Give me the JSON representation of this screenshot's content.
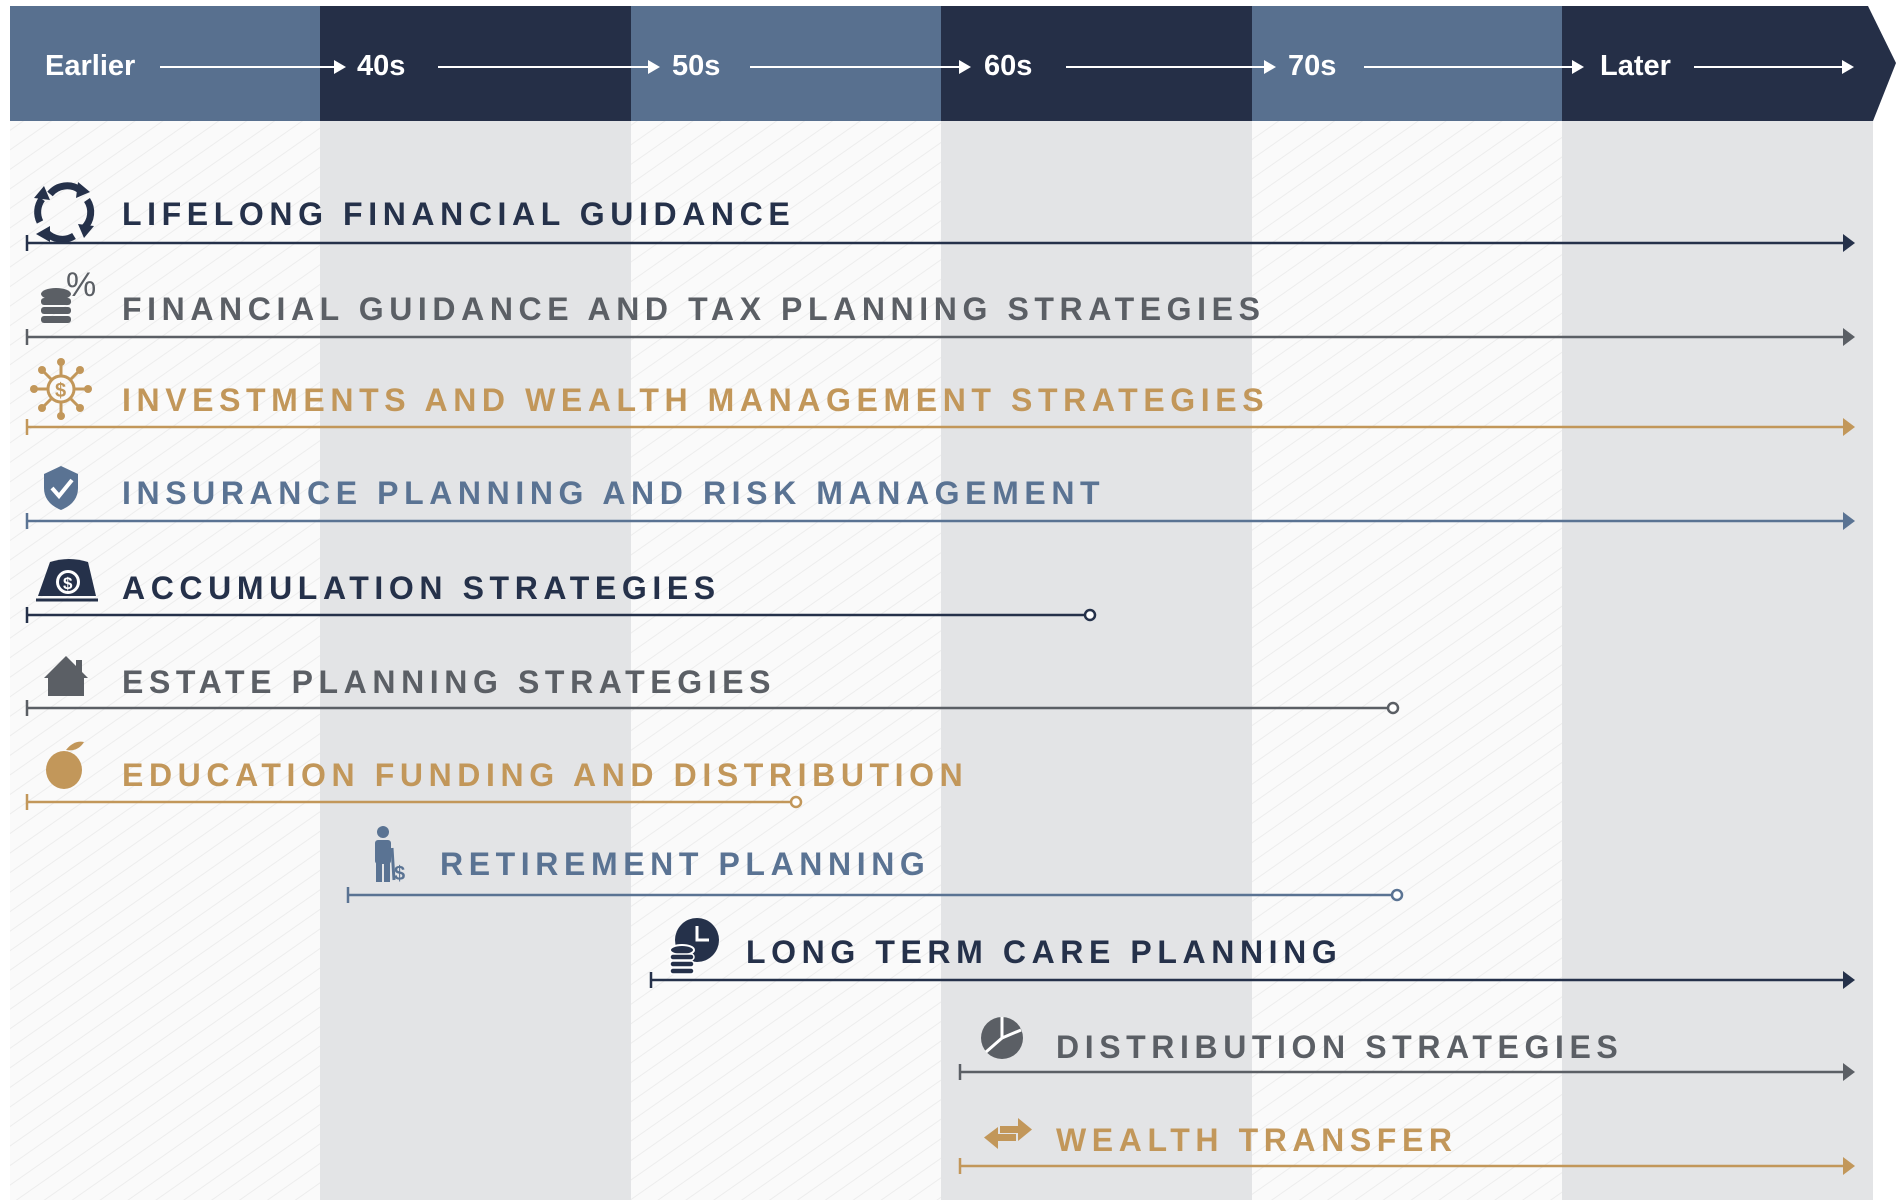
{
  "colors": {
    "navy": "#25314a",
    "gray": "#5b5f65",
    "gold": "#c2975a",
    "slate": "#5a7393",
    "header_light": "#58708f",
    "header_dark": "#252f47"
  },
  "timeline_header": {
    "labels": [
      "Earlier",
      "40s",
      "50s",
      "60s",
      "70s",
      "Later"
    ]
  },
  "rows": [
    {
      "label": "LIFELONG FINANCIAL GUIDANCE",
      "color": "navy",
      "icon": "cycle-arrows-icon",
      "start": "Earlier",
      "end": "ongoing"
    },
    {
      "label": "FINANCIAL GUIDANCE AND TAX PLANNING STRATEGIES",
      "color": "gray",
      "icon": "coins-percent-icon",
      "start": "Earlier",
      "end": "ongoing"
    },
    {
      "label": "INVESTMENTS AND WEALTH MANAGEMENT STRATEGIES",
      "color": "gold",
      "icon": "dollar-network-icon",
      "start": "Earlier",
      "end": "ongoing"
    },
    {
      "label": "INSURANCE PLANNING AND RISK MANAGEMENT",
      "color": "slate",
      "icon": "shield-check-icon",
      "start": "Earlier",
      "end": "ongoing"
    },
    {
      "label": "ACCUMULATION STRATEGIES",
      "color": "navy",
      "icon": "dollar-stack-icon",
      "start": "Earlier",
      "end": "60s"
    },
    {
      "label": "ESTATE PLANNING STRATEGIES",
      "color": "gray",
      "icon": "house-icon",
      "start": "Earlier",
      "end": "70s"
    },
    {
      "label": "EDUCATION FUNDING AND DISTRIBUTION",
      "color": "gold",
      "icon": "apple-icon",
      "start": "Earlier",
      "end": "50s"
    },
    {
      "label": "RETIREMENT PLANNING",
      "color": "slate",
      "icon": "retiree-cane-icon",
      "start": "40s",
      "end": "70s"
    },
    {
      "label": "LONG TERM CARE PLANNING",
      "color": "navy",
      "icon": "clock-coins-icon",
      "start": "50s",
      "end": "ongoing"
    },
    {
      "label": "DISTRIBUTION STRATEGIES",
      "color": "gray",
      "icon": "pie-chart-icon",
      "start": "60s",
      "end": "ongoing"
    },
    {
      "label": "WEALTH TRANSFER",
      "color": "gold",
      "icon": "transfer-arrows-icon",
      "start": "60s",
      "end": "ongoing"
    }
  ]
}
